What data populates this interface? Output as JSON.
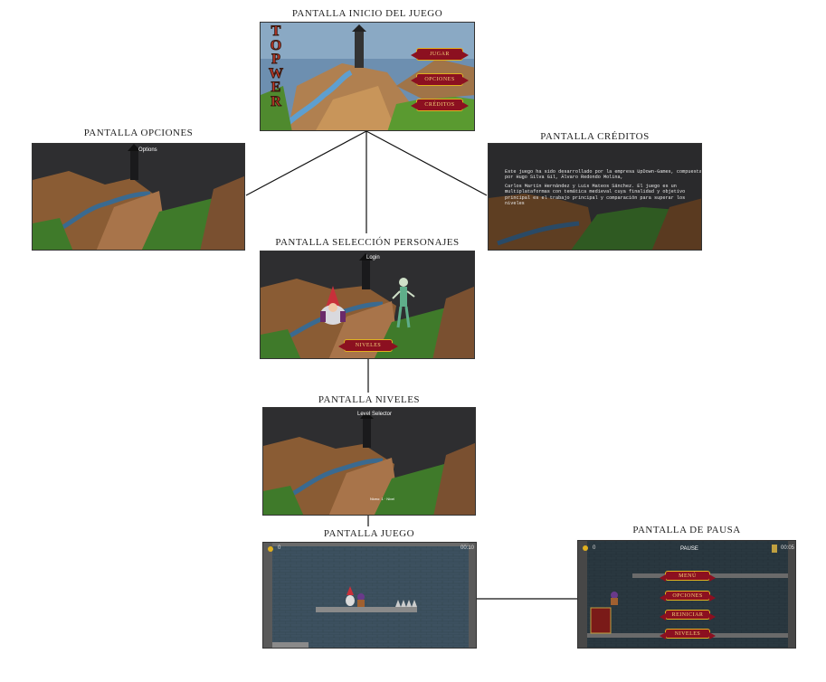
{
  "titles": {
    "inicio": "PANTALLA INICIO DEL JUEGO",
    "opciones": "PANTALLA OPCIONES",
    "creditos": "PANTALLA CRÉDITOS",
    "seleccion": "PANTALLA SELECCIÓN PERSONAJES",
    "niveles": "PANTALLA NIVELES",
    "juego": "PANTALLA JUEGO",
    "pausa": "PANTALLA DE PAUSA"
  },
  "inicio": {
    "logo": "TOPWER",
    "buttons": [
      "JUGAR",
      "OPCIONES",
      "CRÉDITOS"
    ]
  },
  "opciones": {
    "header": "Options"
  },
  "creditos": {
    "lines": [
      "Este juego ha sido desarrollado por la empresa UpDown-Games, compuesta por Hugo Silva Gil, Álvaro Redondo Molina,",
      "Carlos Martín Hernández y Luis Mateos Sánchez. El juego es un multiplataformas con temática medieval cuya finalidad y objetivo principal es el trabajo principal y comparación para superar los niveles"
    ]
  },
  "seleccion": {
    "header": "Login",
    "button": "NIVELES"
  },
  "niveles": {
    "header": "Level Selector",
    "footer": "Niveo: 1 · Nivel"
  },
  "juego": {
    "coins": "0",
    "timer": "00:10"
  },
  "pausa": {
    "header": "PAUSE",
    "coins": "0",
    "timer": "00:05",
    "buttons": [
      "MENÚ",
      "OPCIONES",
      "REINICIAR",
      "NIVELES"
    ]
  },
  "colors": {
    "sky": "#2e2e30",
    "grass": "#3f7a2a",
    "rock": "#9a6a3a",
    "water": "#3a6a90",
    "castle_wall": "#3d5160",
    "button": "#8c1020",
    "button_text": "#f4d27a"
  }
}
